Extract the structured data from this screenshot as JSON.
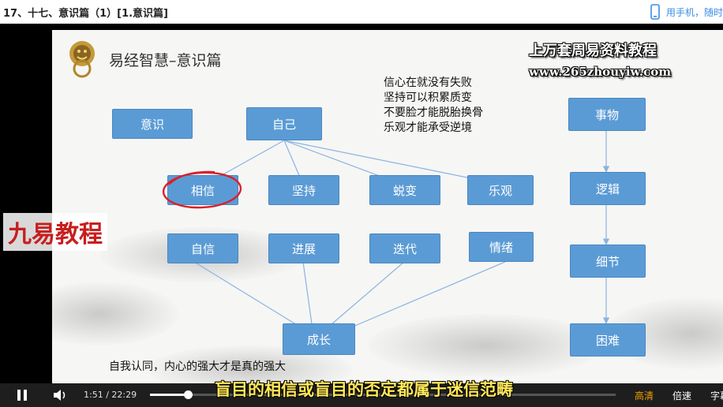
{
  "window": {
    "title": "17、十七、意识篇（1）[1.意识篇]"
  },
  "header": {
    "phone_link": "用手机，随时"
  },
  "slide": {
    "title": "易经智慧–意识篇",
    "watermark_line1": "上万套周易资料教程",
    "watermark_line2": "www.265zhouyiw.com",
    "quote_lines": [
      "信心在就没有失败",
      "坚持可以积累质变",
      "不要脸才能脱胎换骨",
      "乐观才能承受逆境"
    ],
    "bottom_note": "自我认同，内心的强大才是真的强大",
    "nodes": {
      "yishi": "意识",
      "ziji": "自己",
      "xiangxin": "相信",
      "jianchi": "坚持",
      "tuibian": "蜕变",
      "leguan": "乐观",
      "zixin": "自信",
      "jinzhan": "进展",
      "diedai": "迭代",
      "qingxu": "情绪",
      "chengzhang": "成长",
      "shiwu": "事物",
      "luoji": "逻辑",
      "xijie": "细节",
      "kunnan": "困难"
    }
  },
  "overlay": {
    "brand": "九易教程",
    "subtitle": "盲目的相信或盲目的否定都属于迷信范畴"
  },
  "controls": {
    "current_time": "1:51",
    "separator": "/",
    "total_time": "22:29",
    "progress": 0.082,
    "quality_label": "高清",
    "speed_label": "倍速",
    "captions_label": "字幕"
  },
  "colors": {
    "box": "#5b9bd5",
    "arrow": "#8ab4e0",
    "circle": "#d9202a",
    "accent_link": "#3a8ee6",
    "quality_active": "#f0a000"
  }
}
